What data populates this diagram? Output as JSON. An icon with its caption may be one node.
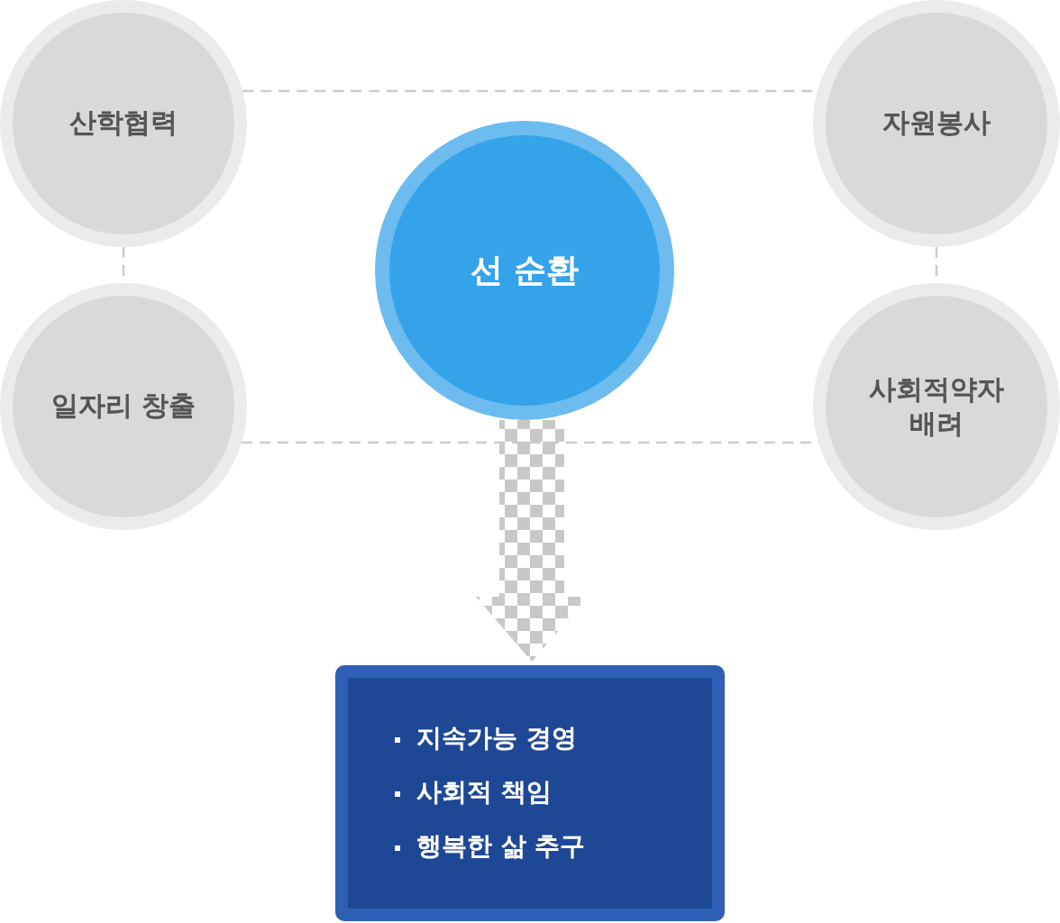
{
  "diagram": {
    "nodes": [
      {
        "text": [
          "산학협력"
        ]
      },
      {
        "text": [
          "자원봉사"
        ]
      },
      {
        "text": [
          "선 순환"
        ]
      },
      {
        "text": [
          "일자리 창출"
        ]
      },
      {
        "text": [
          "사회적약자 배려"
        ]
      },
      {
        "text": [
          "지속가능 경영",
          "사회적 책임",
          "행복한 삶 추구"
        ]
      }
    ],
    "edges": [
      {
        "from": 0,
        "to": 1,
        "arrow": "none",
        "style": "dashed"
      },
      {
        "from": 0,
        "to": 3,
        "arrow": "none",
        "style": "dashed"
      },
      {
        "from": 1,
        "to": 4,
        "arrow": "none",
        "style": "dashed"
      },
      {
        "from": 3,
        "to": 4,
        "arrow": "none",
        "style": "dashed"
      },
      {
        "from": 2,
        "to": 5,
        "arrow": "to"
      }
    ]
  }
}
